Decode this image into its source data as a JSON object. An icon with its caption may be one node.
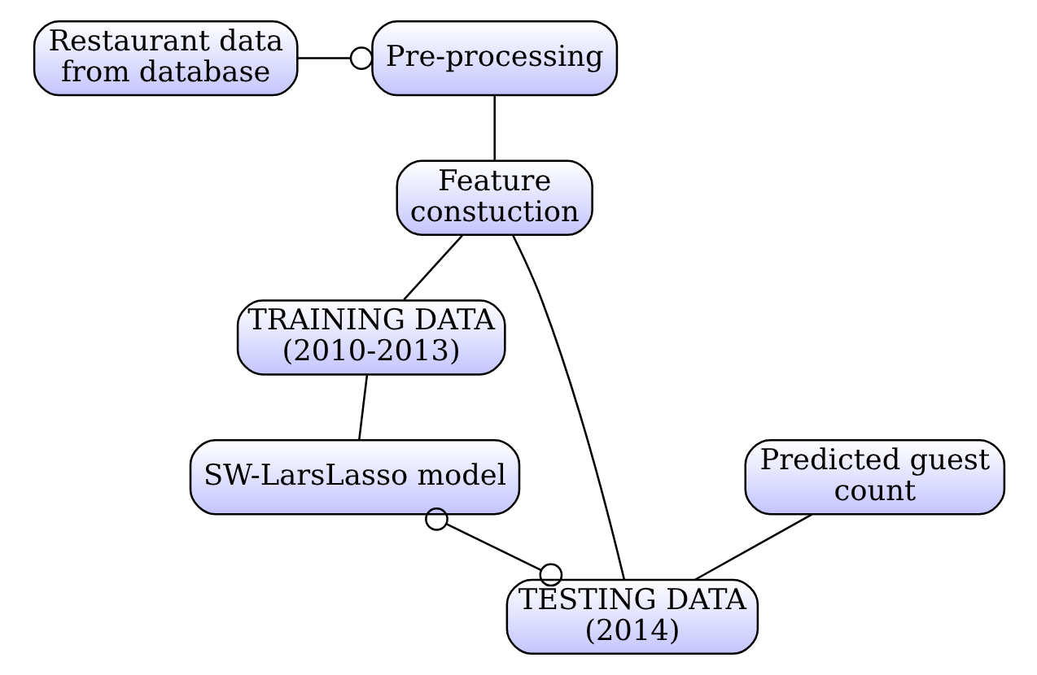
{
  "diagram": {
    "nodes": [
      {
        "text": [
          "Restaurant data from database"
        ]
      },
      {
        "text": [
          "Pre-processing"
        ]
      },
      {
        "text": [
          "Feature constuction"
        ]
      },
      {
        "text": [
          "TRAINING DATA (2010-2013)"
        ]
      },
      {
        "text": [
          "TESTING DATA (2014)"
        ]
      },
      {
        "text": [
          "SW-LarsLasso model"
        ]
      },
      {
        "text": [
          "Predicted guest count"
        ]
      }
    ],
    "edges": [
      {
        "from": 0,
        "to": 1,
        "arrow": "other"
      },
      {
        "from": 1,
        "to": 2,
        "arrow": "none"
      },
      {
        "from": 2,
        "to": 3,
        "arrow": "none"
      },
      {
        "from": 2,
        "to": 4,
        "arrow": "none"
      },
      {
        "from": 3,
        "to": 5,
        "arrow": "none"
      },
      {
        "from": 5,
        "to": 4,
        "arrow": "other"
      },
      {
        "from": 4,
        "to": 6,
        "arrow": "none"
      }
    ]
  }
}
